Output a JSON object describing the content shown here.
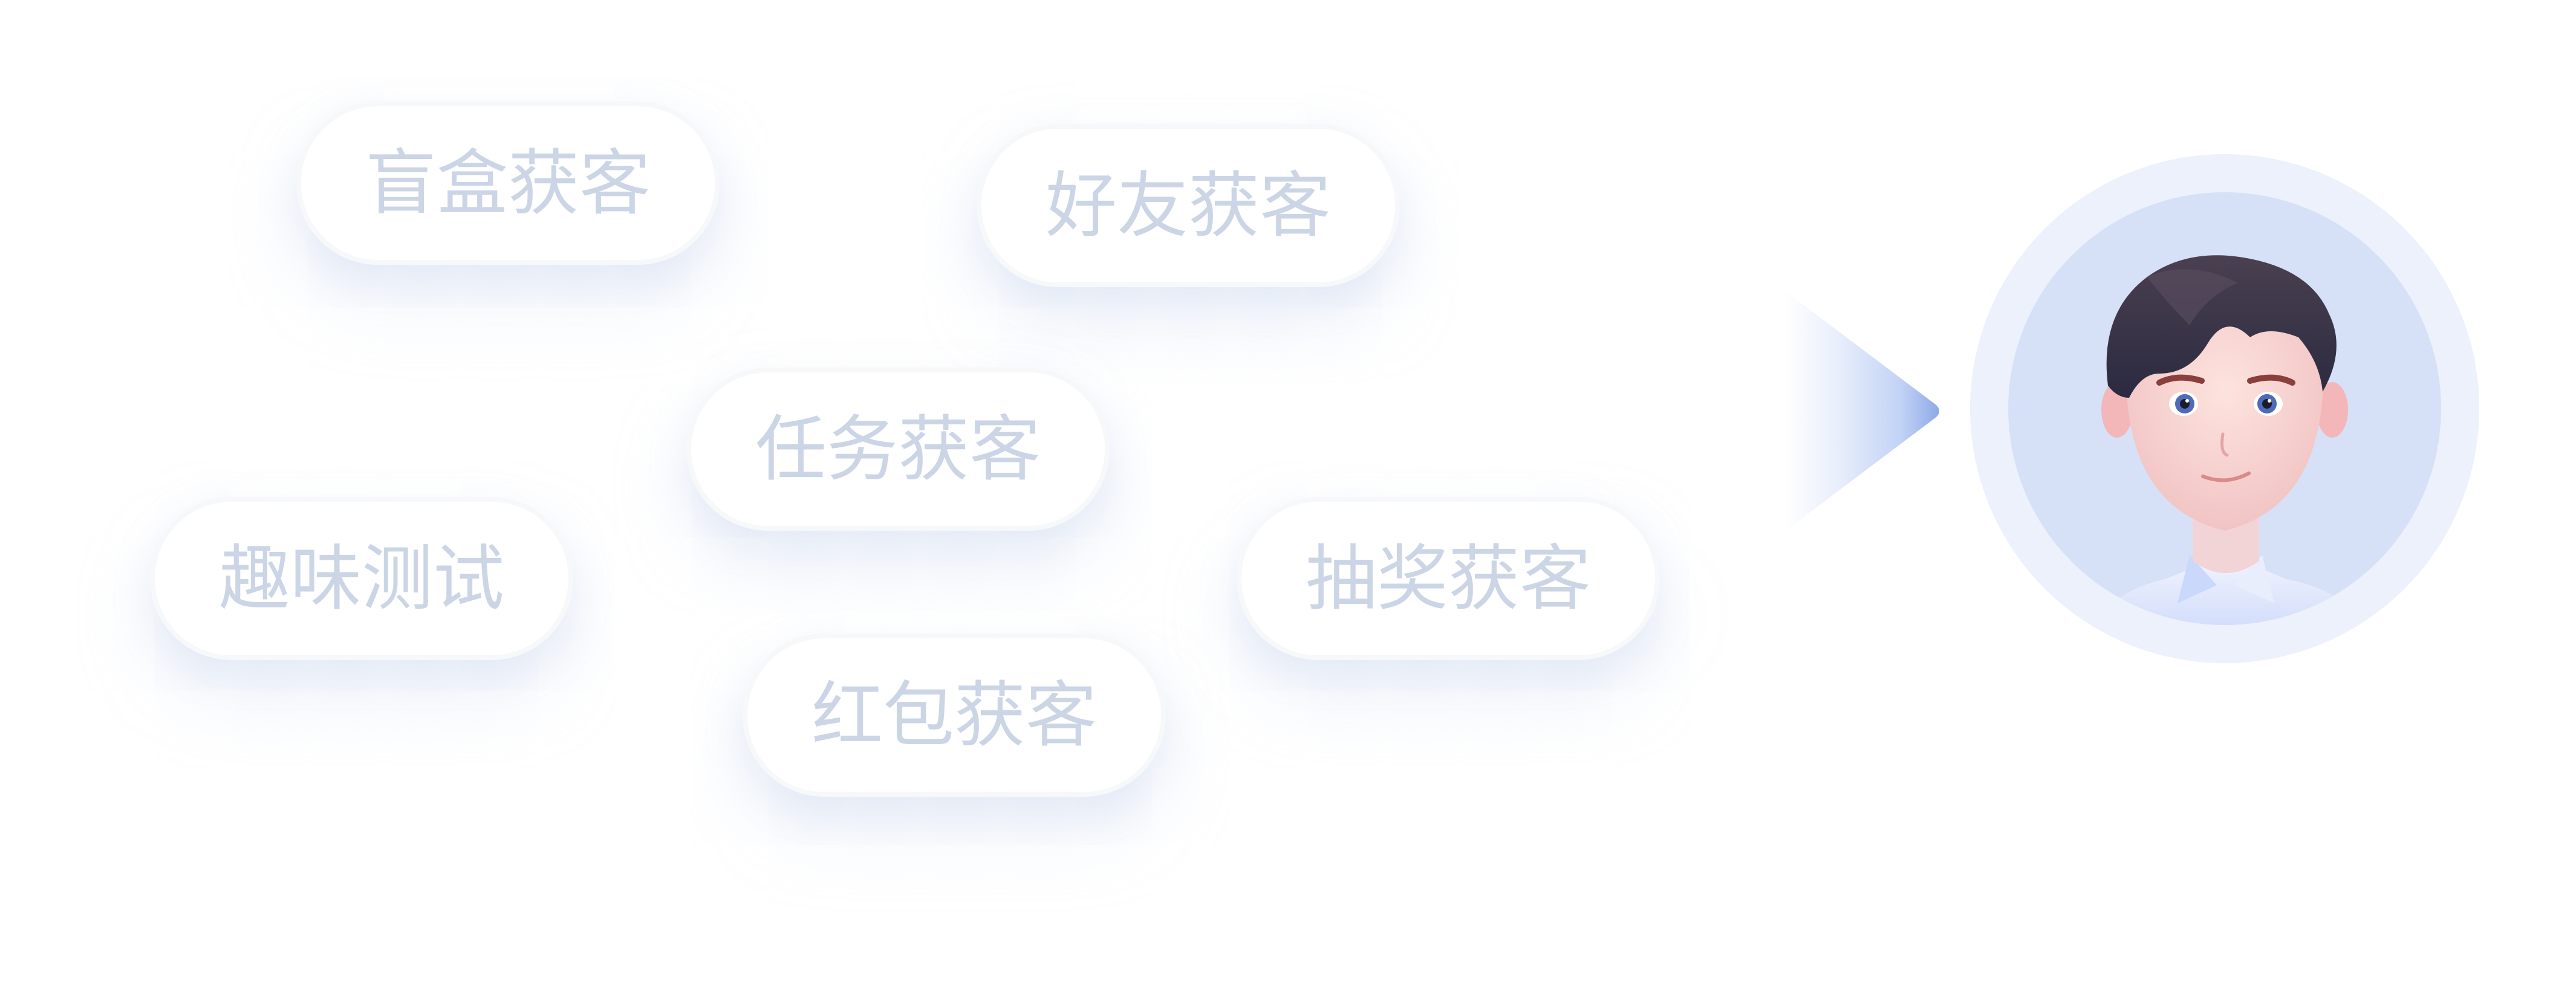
{
  "diagram": {
    "channels": [
      {
        "id": "blind-box",
        "label": "盲盒获客"
      },
      {
        "id": "friend",
        "label": "好友获客"
      },
      {
        "id": "task",
        "label": "任务获客"
      },
      {
        "id": "fun-test",
        "label": "趣味测试"
      },
      {
        "id": "lottery",
        "label": "抽奖获客"
      },
      {
        "id": "red-packet",
        "label": "红包获客"
      }
    ],
    "flow_arrow": {
      "icon": "triangle-arrow-right-icon",
      "color_start": "#ffffff",
      "color_end": "#8fa9e8"
    },
    "target": {
      "icon": "user-avatar",
      "ring_color": "#ecf1fc",
      "background_color": "#d6e1f7"
    }
  },
  "colors": {
    "pill_text": "#cbd5e5",
    "pill_background": "#ffffff",
    "pill_border": "#f7f8fa"
  }
}
